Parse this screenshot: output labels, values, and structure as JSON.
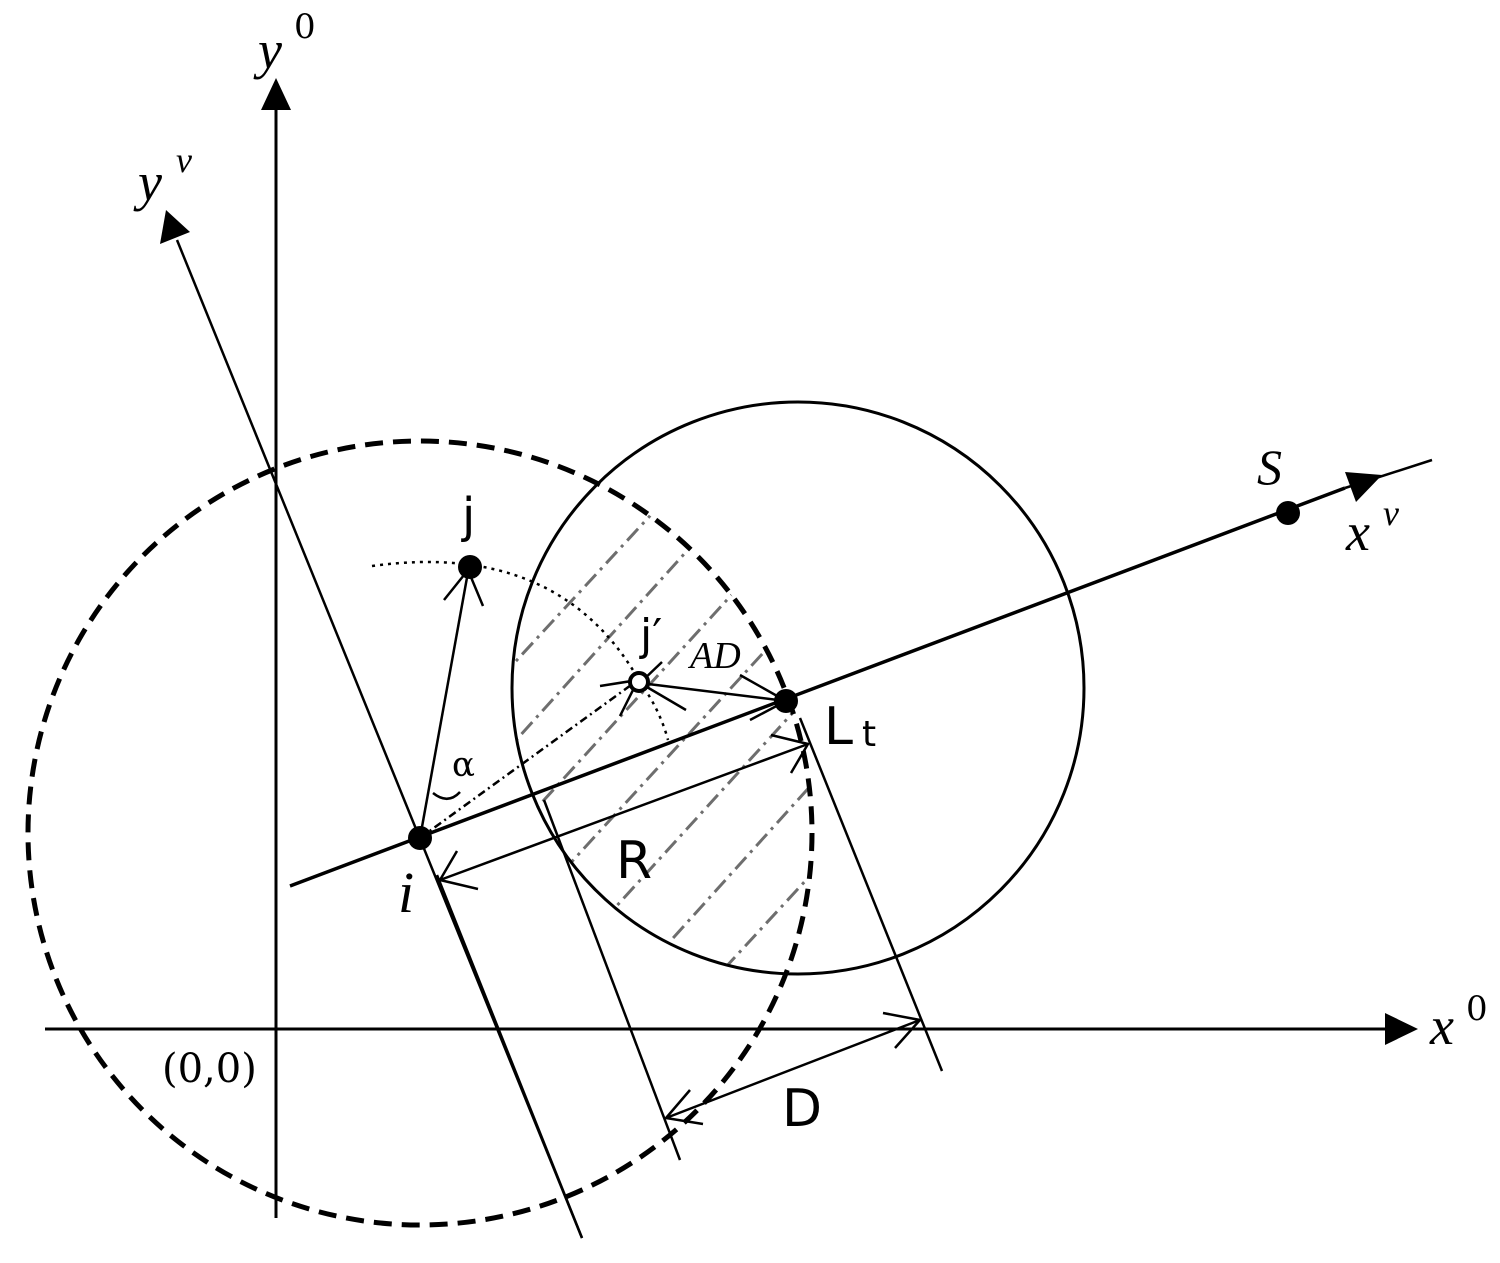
{
  "labels": {
    "y0": "y",
    "y0_sup": "0",
    "x0": "x",
    "x0_sup": "0",
    "yv": "y",
    "yv_sup": "v",
    "xv": "x",
    "xv_sup": "v",
    "origin": "(0,0)",
    "i": "i",
    "j": "j",
    "j_prime": "j′",
    "alpha": "α",
    "AD": "AD",
    "Lt": "L",
    "Lt_sub": "t",
    "R": "R",
    "D": "D",
    "S": "S"
  }
}
